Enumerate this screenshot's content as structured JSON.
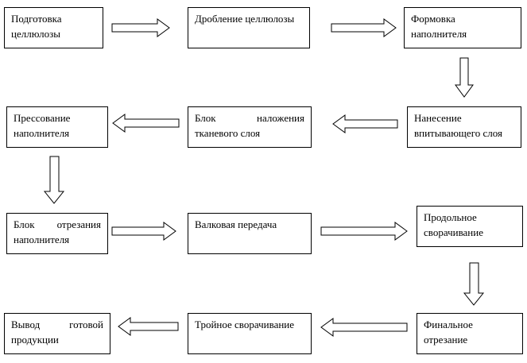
{
  "steps": [
    {
      "id": "s1",
      "lines": [
        "Подготовка",
        "целлюлозы"
      ]
    },
    {
      "id": "s2",
      "lines": [
        "Дробление целлюлозы"
      ]
    },
    {
      "id": "s3",
      "lines": [
        "Формовка",
        "наполнителя"
      ]
    },
    {
      "id": "s4",
      "lines": [
        "Нанесение",
        "впитывающего слоя"
      ]
    },
    {
      "id": "s5",
      "lines": [
        "Блок наложения",
        "тканевого слоя"
      ]
    },
    {
      "id": "s6",
      "lines": [
        "Прессование",
        "наполнителя"
      ]
    },
    {
      "id": "s7",
      "lines": [
        "Блок отрезания",
        "наполнителя"
      ]
    },
    {
      "id": "s8",
      "lines": [
        "Валковая передача"
      ]
    },
    {
      "id": "s9",
      "lines": [
        "Продольное",
        "сворачивание"
      ]
    },
    {
      "id": "s10",
      "lines": [
        "Финальное",
        "отрезание"
      ]
    },
    {
      "id": "s11",
      "lines": [
        "Тройное сворачивание"
      ]
    },
    {
      "id": "s12",
      "lines": [
        "Вывод готовой",
        "продукции"
      ]
    }
  ]
}
